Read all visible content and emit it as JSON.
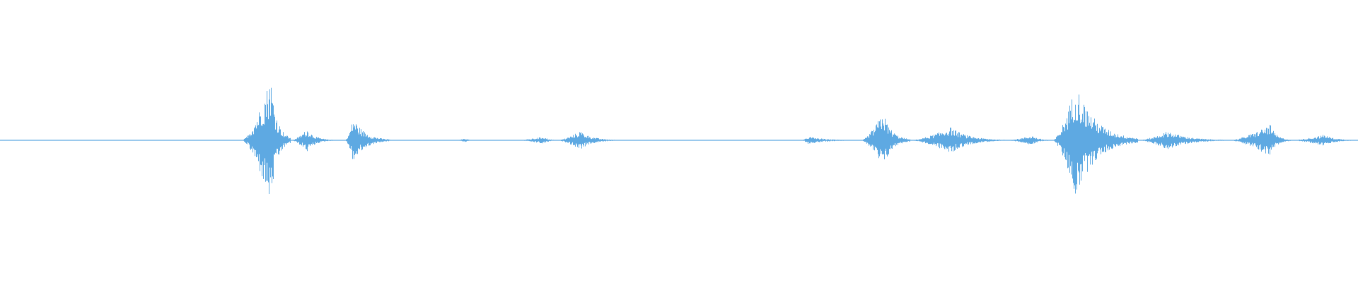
{
  "waveform": {
    "color": "#5ea9e2",
    "background": "#ffffff",
    "duration_fraction_bursts": [
      {
        "start": 0.178,
        "peak": 0.199,
        "end": 0.214,
        "amplitude": 0.68
      },
      {
        "start": 0.214,
        "peak": 0.226,
        "end": 0.245,
        "amplitude": 0.12
      },
      {
        "start": 0.254,
        "peak": 0.26,
        "end": 0.287,
        "amplitude": 0.24
      },
      {
        "start": 0.335,
        "peak": 0.343,
        "end": 0.35,
        "amplitude": 0.02
      },
      {
        "start": 0.38,
        "peak": 0.4,
        "end": 0.412,
        "amplitude": 0.04
      },
      {
        "start": 0.41,
        "peak": 0.427,
        "end": 0.455,
        "amplitude": 0.1
      },
      {
        "start": 0.59,
        "peak": 0.595,
        "end": 0.636,
        "amplitude": 0.04
      },
      {
        "start": 0.634,
        "peak": 0.65,
        "end": 0.67,
        "amplitude": 0.3
      },
      {
        "start": 0.67,
        "peak": 0.7,
        "end": 0.74,
        "amplitude": 0.14
      },
      {
        "start": 0.74,
        "peak": 0.76,
        "end": 0.776,
        "amplitude": 0.05
      },
      {
        "start": 0.775,
        "peak": 0.792,
        "end": 0.838,
        "amplitude": 0.6
      },
      {
        "start": 0.838,
        "peak": 0.86,
        "end": 0.905,
        "amplitude": 0.1
      },
      {
        "start": 0.905,
        "peak": 0.935,
        "end": 0.95,
        "amplitude": 0.17
      },
      {
        "start": 0.95,
        "peak": 0.975,
        "end": 1.0,
        "amplitude": 0.06
      }
    ],
    "center_level": 0.5
  }
}
